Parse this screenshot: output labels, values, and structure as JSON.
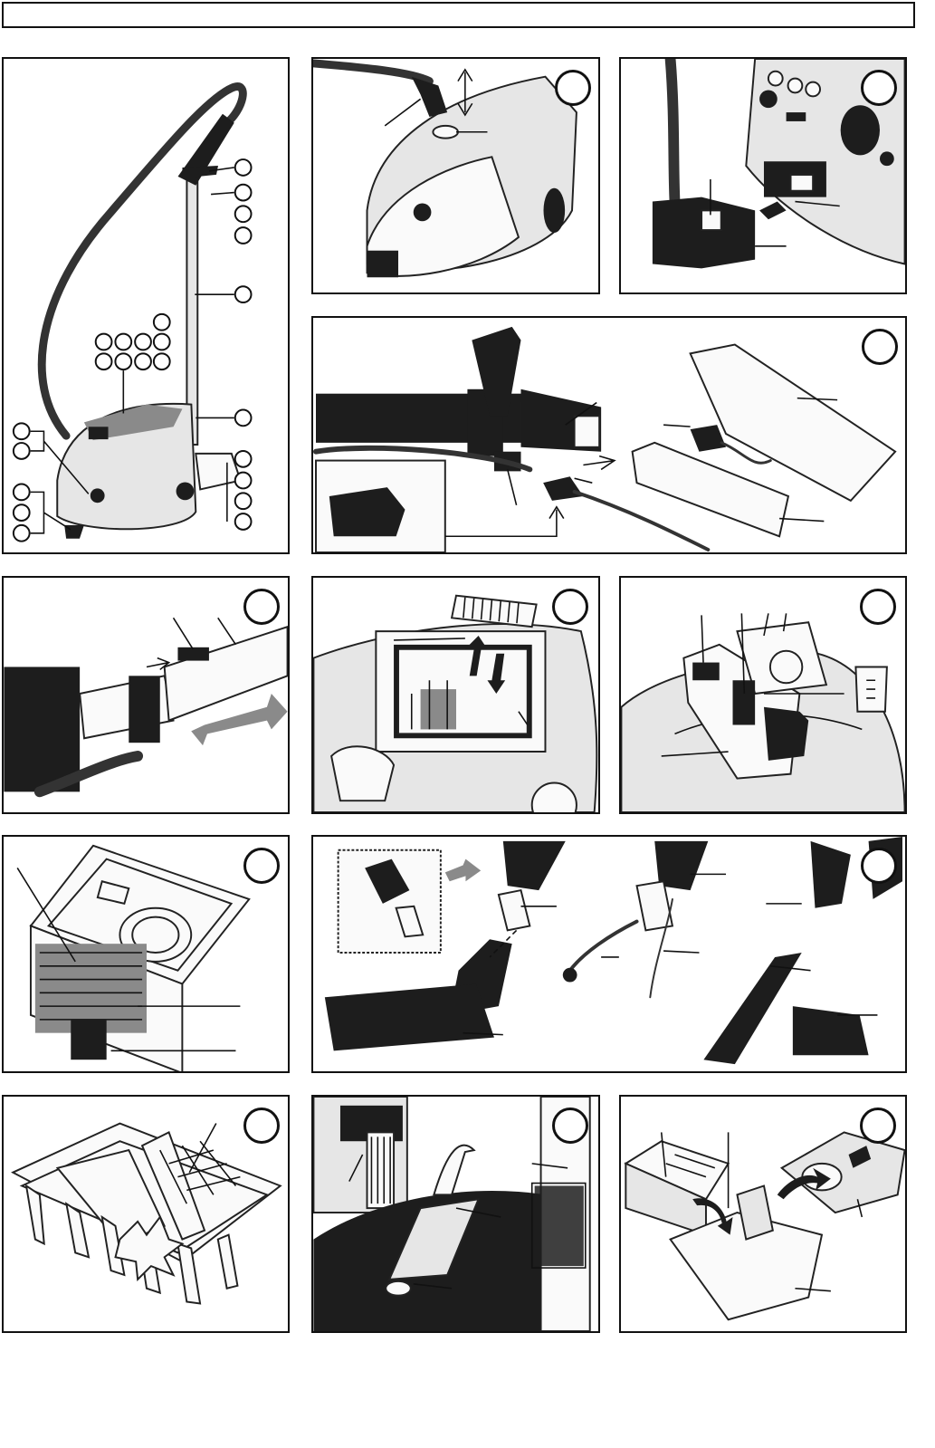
{
  "header": {
    "title": ""
  },
  "figures": [
    {
      "id": "overview"
    },
    {
      "id": "fig-a"
    },
    {
      "id": "fig-b"
    },
    {
      "id": "fig-c"
    },
    {
      "id": "fig-d"
    },
    {
      "id": "fig-e"
    },
    {
      "id": "fig-f"
    },
    {
      "id": "fig-g"
    },
    {
      "id": "fig-h"
    },
    {
      "id": "fig-i"
    },
    {
      "id": "fig-j"
    },
    {
      "id": "fig-k"
    }
  ],
  "colors": {
    "line": "#111111",
    "dark": "#1d1d1d",
    "mid": "#8a8a8a",
    "light": "#e6e6e6"
  }
}
